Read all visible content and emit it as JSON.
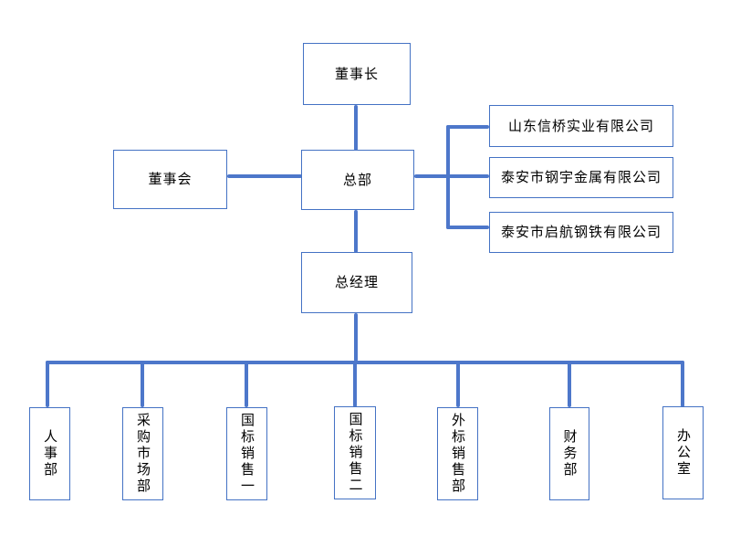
{
  "diagram": {
    "type": "org-chart",
    "colors": {
      "background": "#ffffff",
      "box_border": "#4472C4",
      "connector": "#4d77ca",
      "text": "#000000"
    },
    "nodes": {
      "chairman": "董事长",
      "board": "董事会",
      "headquarters": "总部",
      "general_manager": "总经理",
      "companies": [
        "山东信桥实业有限公司",
        "泰安市钢宇金属有限公司",
        "泰安市启航钢铁有限公司"
      ],
      "departments": [
        "人事部",
        "采购市场部",
        "国标销售一",
        "国标销售二",
        "外标销售部",
        "财务部",
        "办公室"
      ]
    }
  }
}
